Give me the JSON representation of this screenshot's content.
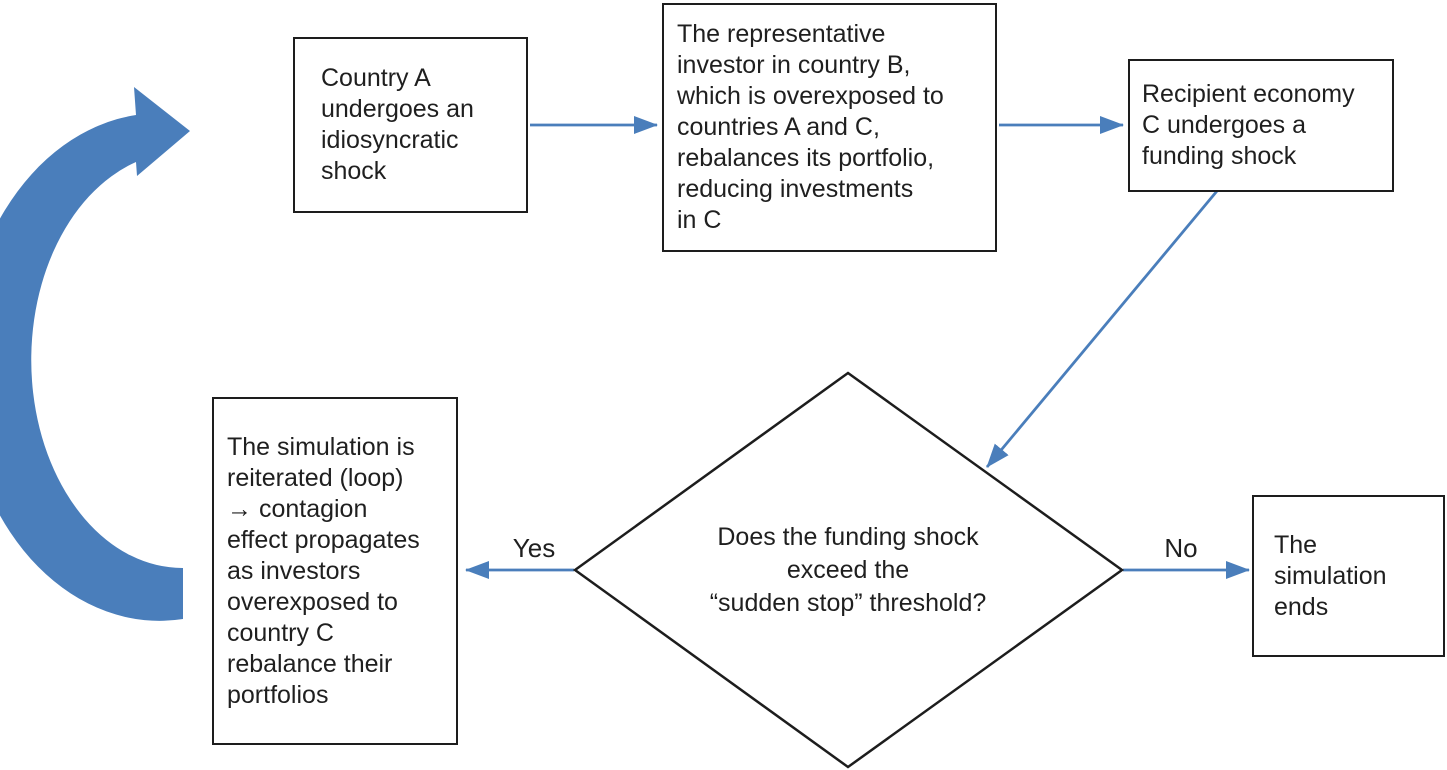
{
  "diagram": {
    "boxes": {
      "country_a": "Country A\nundergoes an\nidiosyncratic\nshock",
      "investor_b": "The representative\ninvestor in country B,\nwhich is overexposed to\ncountries A and C,\nrebalances its portfolio,\nreducing investments\nin C",
      "economy_c": "Recipient economy\nC undergoes a\nfunding shock",
      "loop": "The simulation is\nreiterated (loop)\n→ contagion\neffect propagates\nas investors\noverexposed to\ncountry C\nrebalance their\nportfolios",
      "end": "The\nsimulation\nends"
    },
    "decision": "Does the funding shock\nexceed the\n“sudden stop” threshold?",
    "labels": {
      "yes": "Yes",
      "no": "No"
    },
    "colors": {
      "arrow_blue": "#4a7ebb",
      "line_black": "#1d1d1d",
      "text_color": "#1f1f1f"
    }
  }
}
